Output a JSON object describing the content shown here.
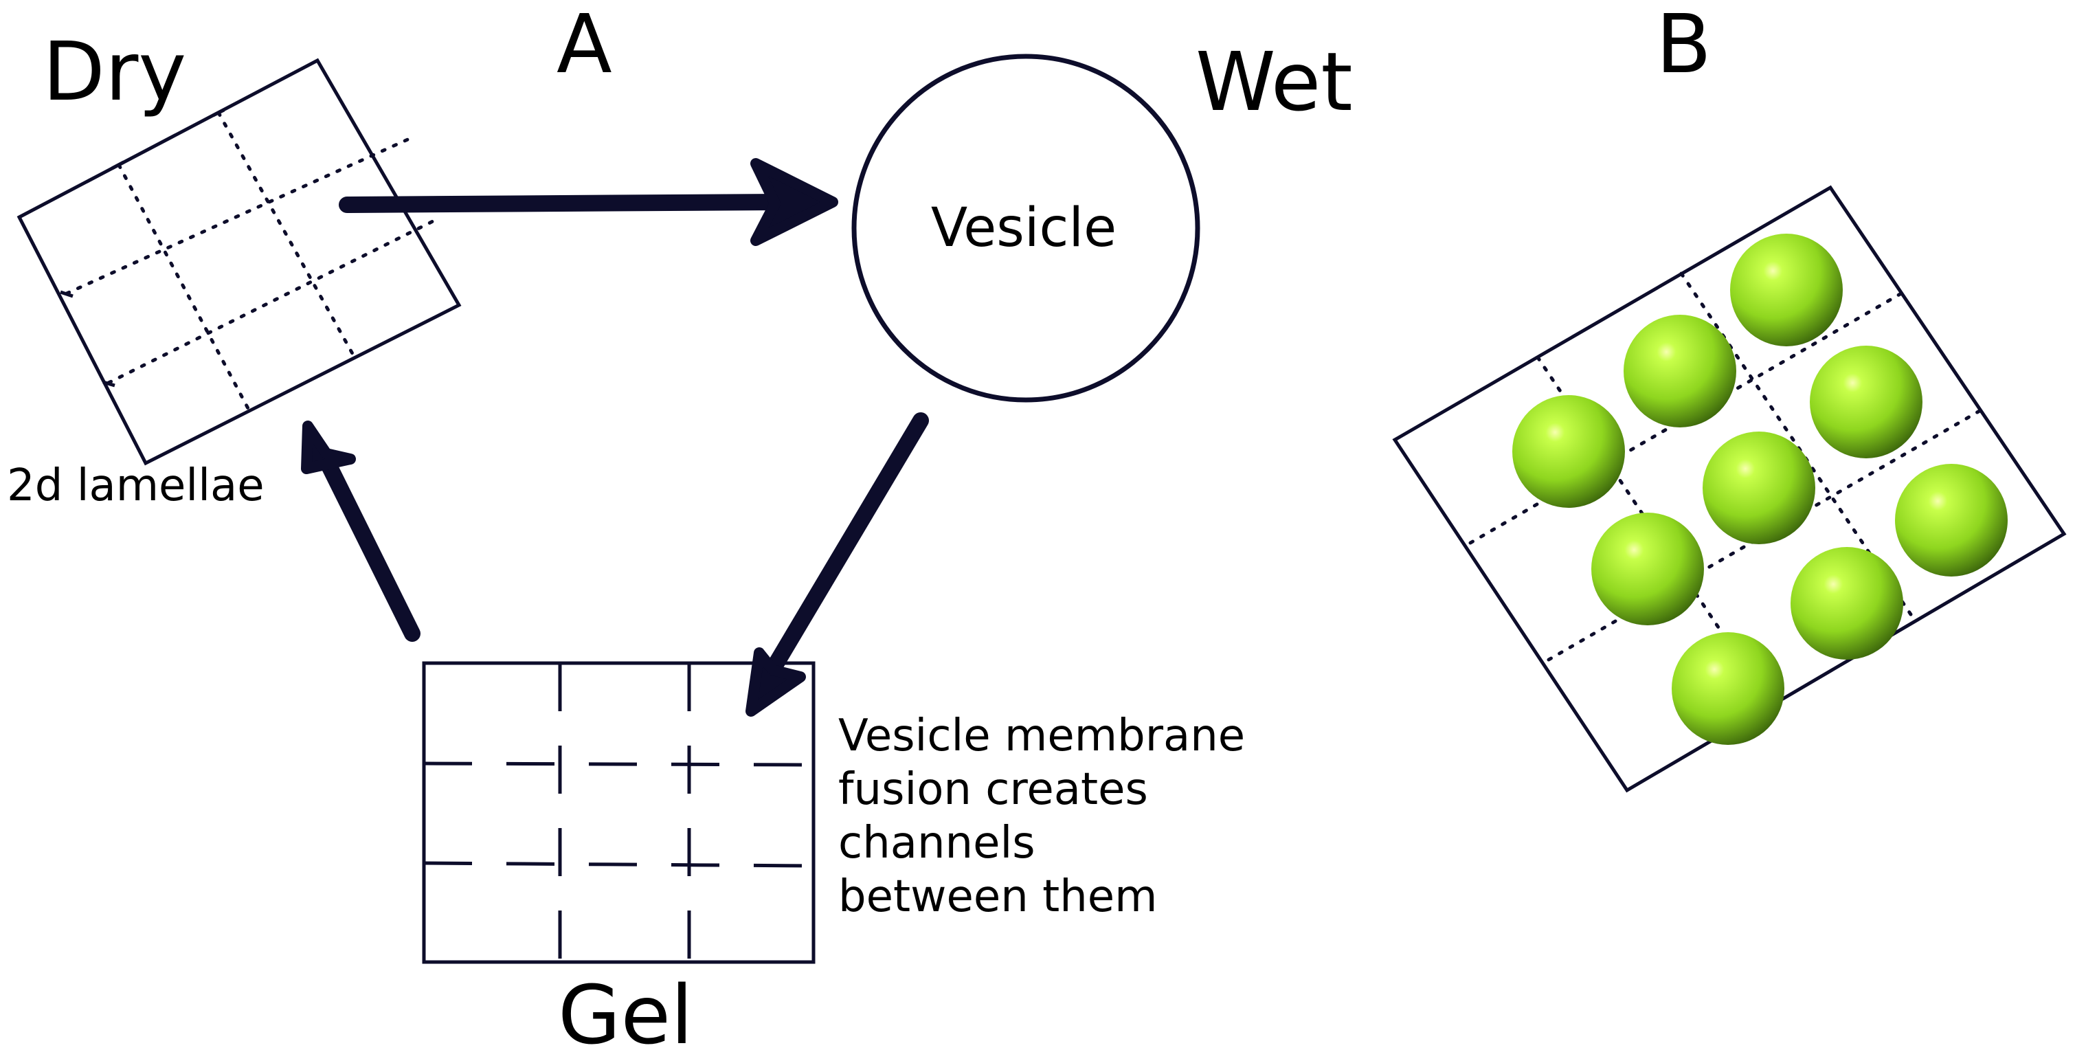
{
  "panels": {
    "a": {
      "label": "A"
    },
    "b": {
      "label": "B"
    }
  },
  "states": {
    "dry": "Dry",
    "wet": "Wet",
    "gel": "Gel"
  },
  "vesicle": {
    "label": "Vesicle"
  },
  "captions": {
    "lamellae": "2d lamellae",
    "fusion": [
      "Vesicle membrane",
      "fusion creates",
      "channels",
      "between them"
    ]
  },
  "colors": {
    "ink": "#0d0d2b",
    "sphere_light": "#c8ff4a",
    "sphere_mid": "#8fd61f",
    "sphere_dark": "#3f6b0c"
  },
  "cells": {
    "sphere_count": 9
  }
}
